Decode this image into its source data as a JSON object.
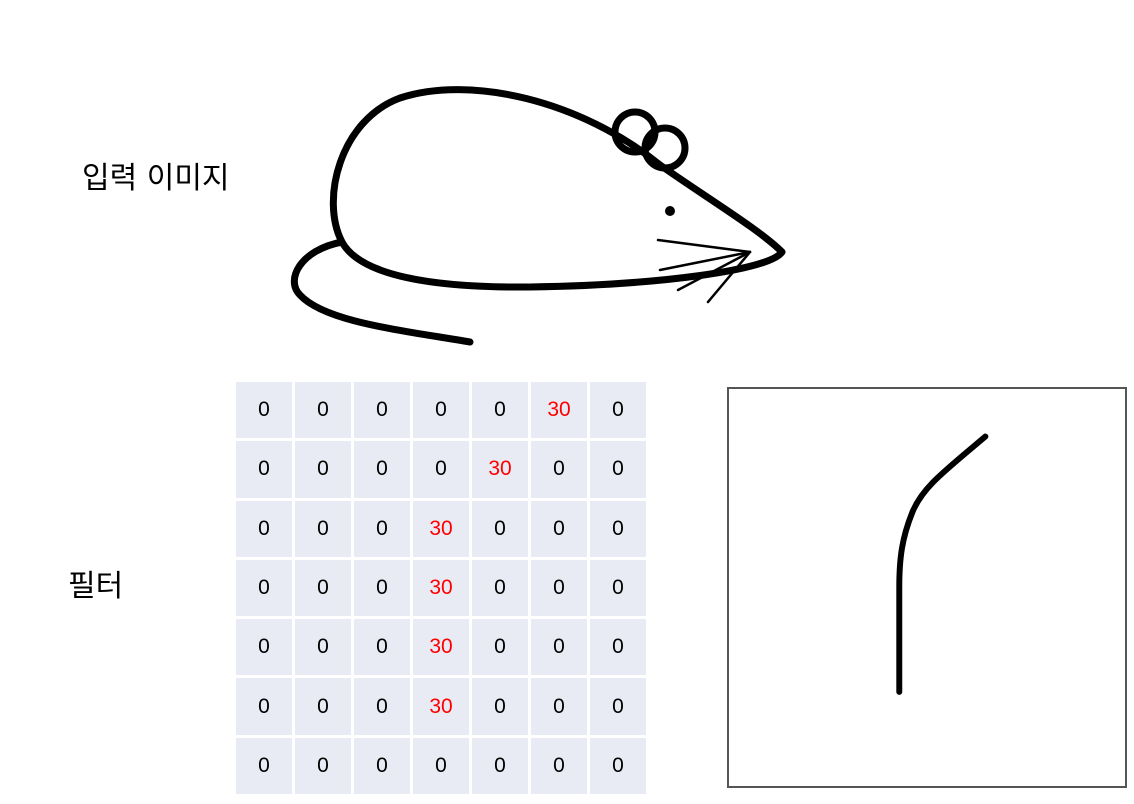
{
  "labels": {
    "input_image": "입력 이미지",
    "filter": "필터"
  },
  "filter": {
    "rows": [
      [
        0,
        0,
        0,
        0,
        0,
        30,
        0
      ],
      [
        0,
        0,
        0,
        0,
        30,
        0,
        0
      ],
      [
        0,
        0,
        0,
        30,
        0,
        0,
        0
      ],
      [
        0,
        0,
        0,
        30,
        0,
        0,
        0
      ],
      [
        0,
        0,
        0,
        30,
        0,
        0,
        0
      ],
      [
        0,
        0,
        0,
        30,
        0,
        0,
        0
      ],
      [
        0,
        0,
        0,
        0,
        0,
        0,
        0
      ]
    ],
    "highlight_color": "#ff0000",
    "cell_color": "#e9ebf4"
  },
  "illustrations": {
    "input": "mouse-drawing",
    "filter_pattern": "curve-line-drawing"
  }
}
